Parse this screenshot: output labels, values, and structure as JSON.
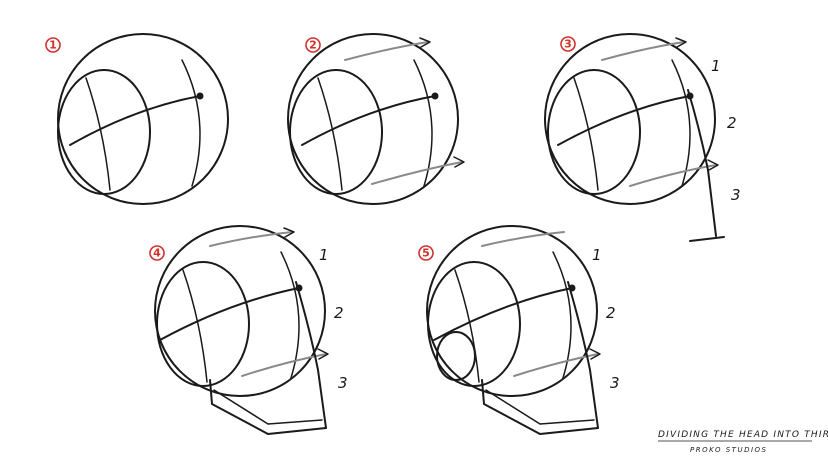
{
  "steps": [
    {
      "number": "1",
      "labels": []
    },
    {
      "number": "2",
      "labels": []
    },
    {
      "number": "3",
      "labels": [
        "1",
        "2",
        "3"
      ]
    },
    {
      "number": "4",
      "labels": [
        "1",
        "2",
        "3"
      ]
    },
    {
      "number": "5",
      "labels": [
        "1",
        "2",
        "3"
      ]
    }
  ],
  "caption": {
    "title": "DIVIDING THE HEAD INTO THIRDS",
    "credit": "PROKO STUDIOS"
  },
  "colors": {
    "accent": "#d0312d",
    "ink": "#1a1a1a",
    "shade": "#8a8a8a"
  }
}
